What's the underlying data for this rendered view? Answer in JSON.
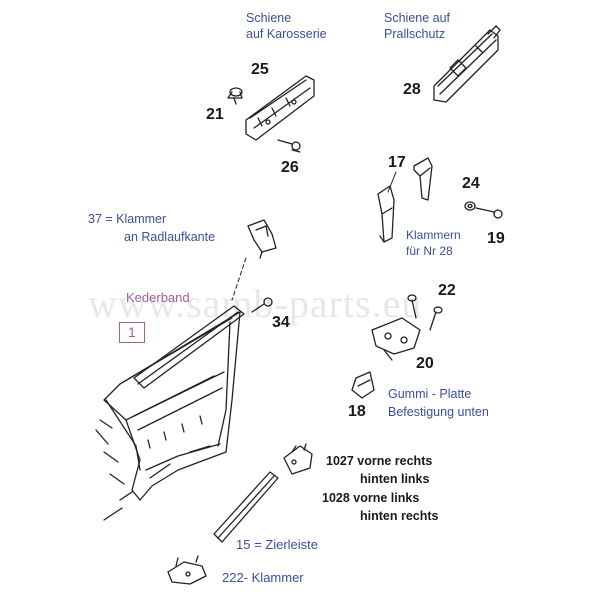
{
  "labels": {
    "schiene_karosserie_1": "Schiene",
    "schiene_karosserie_2": "auf Karosserie",
    "schiene_prallschutz_1": "Schiene auf",
    "schiene_prallschutz_2": "Prallschutz",
    "p25": "25",
    "p21": "21",
    "p26": "26",
    "p28": "28",
    "p17": "17",
    "p24": "24",
    "p19": "19",
    "klammern_1": "Klammern",
    "klammern_2": "für  Nr  28",
    "klammer37_1": "37 =  Klammer",
    "klammer37_2": "an Radlaufkante",
    "kederband": "Kederband",
    "box1": "1",
    "p34": "34",
    "p22": "22",
    "p20": "20",
    "gummi_1": "Gummi - Platte",
    "gummi_2": "Befestigung unten",
    "p18": "18",
    "v1027_1": "1027 vorne rechts",
    "v1027_2": "hinten links",
    "v1028_1": "1028 vorne links",
    "v1028_2": "hinten rechts",
    "zierleiste": "15 = Zierleiste",
    "klammer222": "222- Klammer",
    "watermark": "www.samb-parts.eu"
  }
}
